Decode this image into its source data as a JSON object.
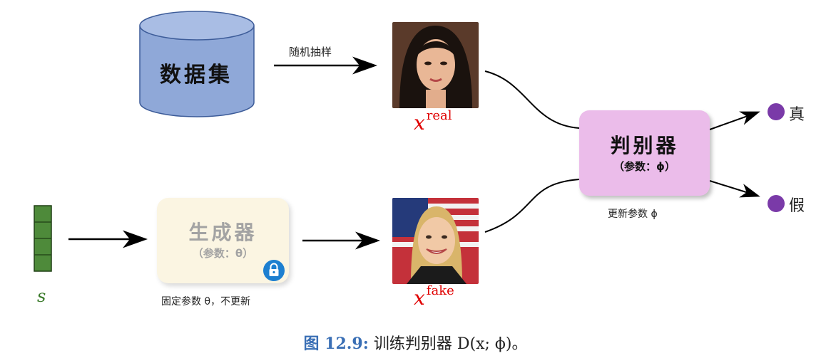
{
  "dataset": {
    "label": "数据集"
  },
  "sampling": {
    "label": "随机抽样"
  },
  "real_sample": {
    "var": "x",
    "sup": "real"
  },
  "fake_sample": {
    "var": "x",
    "sup": "fake"
  },
  "discriminator": {
    "title": "判别器",
    "param": "（参数：ϕ）",
    "note": "更新参数 ϕ"
  },
  "generator": {
    "title": "生成器",
    "param": "（参数：θ）",
    "note": "固定参数 θ，不更新"
  },
  "noise": {
    "var": "s"
  },
  "outputs": {
    "real": "真",
    "fake": "假"
  },
  "caption": {
    "fig_label": "图 12.9:",
    "text": "训练判别器 D(x; ϕ)。"
  },
  "colors": {
    "dataset_fill": "#8fa8d8",
    "discriminator_fill": "#ebbcea",
    "generator_fill": "#fbf5e2",
    "noise_fill": "#4e8a3a",
    "output_dot": "#7a3aa8",
    "var_red": "#e00000",
    "caption_blue": "#3a6fb5",
    "lock_blue": "#1d7fd0"
  },
  "icons": {
    "lock": "lock-icon"
  }
}
